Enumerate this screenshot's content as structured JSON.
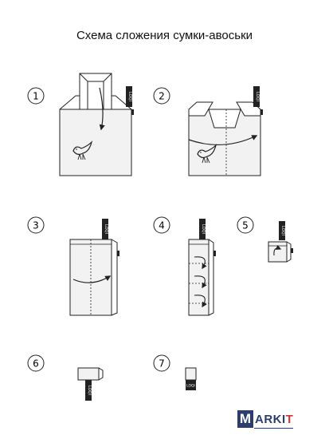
{
  "title": "Схема сложения сумки-авоськи",
  "steps": [
    "1",
    "2",
    "3",
    "4",
    "5",
    "6",
    "7"
  ],
  "tag_text": "LOQI",
  "logo": {
    "initial": "M",
    "rest": "ARKI",
    "accent": "T"
  },
  "colors": {
    "line": "#222222",
    "fill": "#f2f2f2",
    "logo_blue": "#2d3e6b",
    "logo_red": "#c23a3a"
  }
}
